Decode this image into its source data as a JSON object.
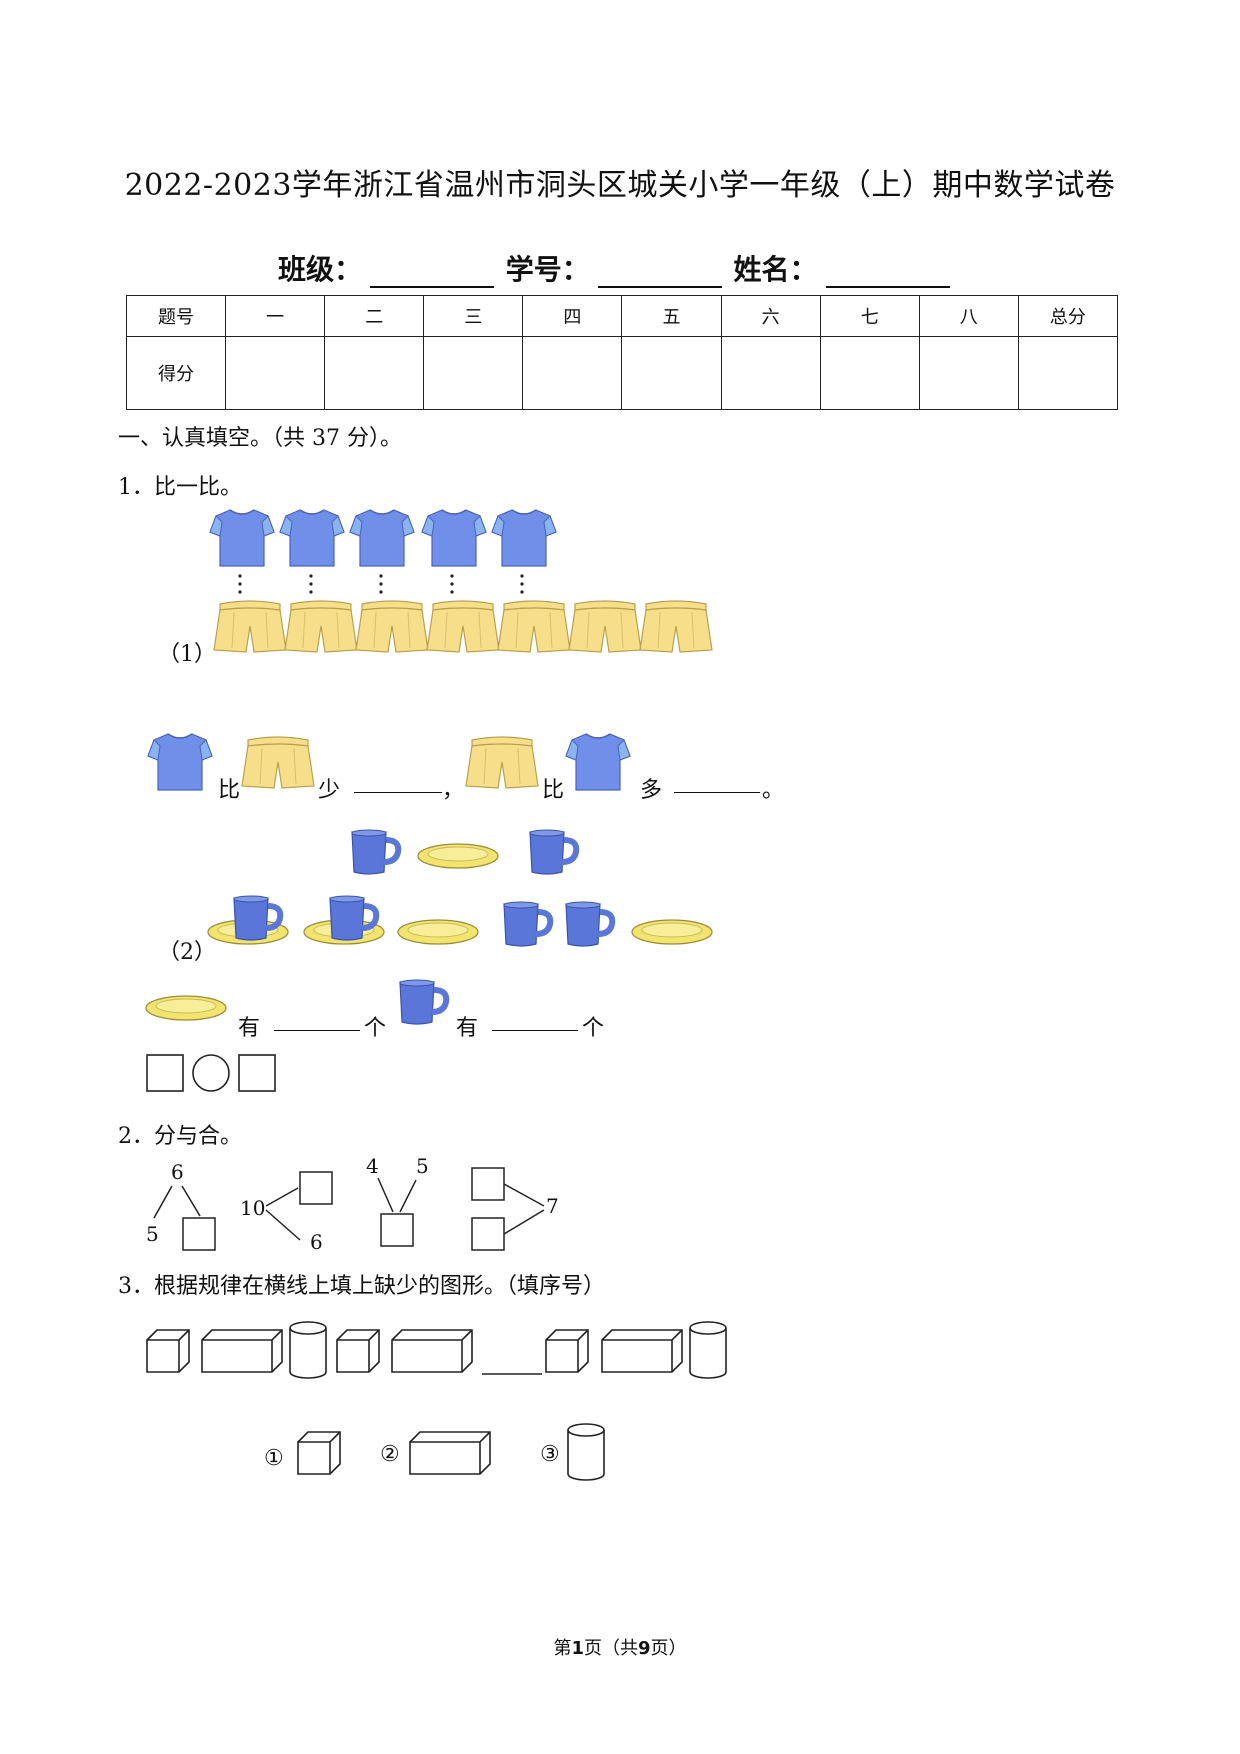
{
  "title": "2022-2023学年浙江省温州市洞头区城关小学一年级（上）期中数学试卷",
  "info": {
    "class_label": "班级：",
    "id_label": "学号：",
    "name_label": "姓名："
  },
  "score_table": {
    "headers": [
      "题号",
      "一",
      "二",
      "三",
      "四",
      "五",
      "六",
      "七",
      "八",
      "总分"
    ],
    "row_label": "得分"
  },
  "section1": {
    "heading": "一、认真填空。（共 37 分）。",
    "q1": {
      "label": "1．比一比。",
      "part1_label": "（1）",
      "compare_bi1": "比",
      "compare_shao": "少",
      "comma": "，",
      "compare_bi2": "比",
      "compare_duo": "多",
      "period": "。",
      "part2_label": "（2）",
      "you1": "有",
      "ge1": "个",
      "you2": "有",
      "ge2": "个"
    },
    "q2": {
      "label": "2．分与合。",
      "tree1": {
        "top": "6",
        "left": "5"
      },
      "tree2": {
        "left": "10",
        "bottom": "6"
      },
      "tree3": {
        "left": "4",
        "right": "5"
      },
      "tree4": {
        "right": "7"
      }
    },
    "q3": {
      "label": "3．根据规律在横线上填上缺少的图形。（填序号）",
      "options": [
        "①",
        "②",
        "③"
      ]
    }
  },
  "footer": {
    "prefix": "第",
    "page": "1",
    "middle": "页（共",
    "total": "9",
    "suffix": "页）"
  },
  "colors": {
    "shirt": "#6f8fe8",
    "shirt_sleeve": "#8ab4f0",
    "shorts": "#f7de8a",
    "cup": "#5a76d8",
    "plate": "#f5e98a"
  },
  "icons": [
    "shirt-icon",
    "shorts-icon",
    "cup-icon",
    "plate-icon",
    "cube-icon",
    "cuboid-icon",
    "cylinder-icon"
  ]
}
